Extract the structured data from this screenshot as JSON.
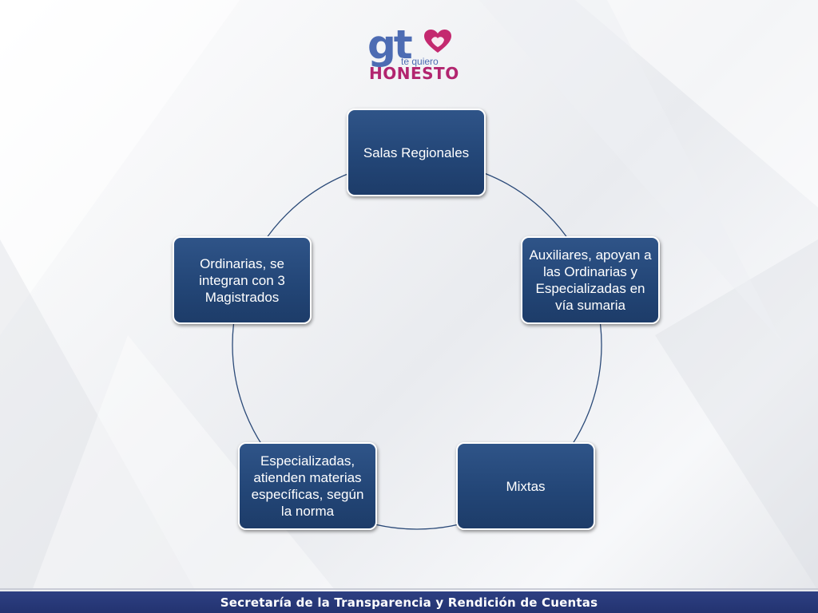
{
  "logo": {
    "brand": "gt",
    "tagline": "te quiero",
    "word": "HONESTO"
  },
  "diagram": {
    "nodes": [
      {
        "id": "n1",
        "label": "Salas Regionales"
      },
      {
        "id": "n2",
        "label": "Auxiliares, apoyan a las Ordinarias y Especializadas en vía sumaria"
      },
      {
        "id": "n3",
        "label": "Mixtas"
      },
      {
        "id": "n4",
        "label": "Especializadas, atienden materias específicas, según la norma"
      },
      {
        "id": "n5",
        "label": "Ordinarias, se integran con 3 Magistrados"
      }
    ]
  },
  "footer": {
    "text": "Secretaría de la Transparencia y Rendición de Cuentas"
  },
  "colors": {
    "node_fill": "#234677",
    "node_border": "#ffffff",
    "cycle_line": "#2b4a78",
    "brand_blue": "#4d6cb3",
    "brand_magenta": "#b2256f",
    "footer_bar": "#2a3a7a"
  }
}
